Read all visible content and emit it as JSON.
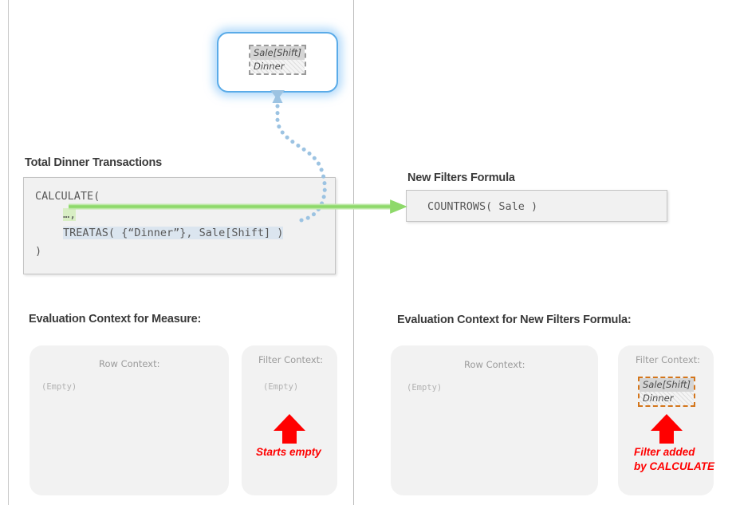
{
  "measure": {
    "title": "Total Dinner Transactions",
    "code_line1": "CALCULATE(",
    "code_ellipsis": "…,",
    "code_treatas": "TREATAS( {“Dinner”}, Sale[Shift] )",
    "code_close": ")"
  },
  "new_filters": {
    "title": "New Filters Formula",
    "code": "COUNTROWS( Sale )"
  },
  "callout": {
    "table_header": "Sale[Shift]",
    "table_value": "Dinner"
  },
  "left_context": {
    "heading": "Evaluation Context for Measure:",
    "row_context_title": "Row Context:",
    "row_context_value": "(Empty)",
    "filter_context_title": "Filter Context:",
    "filter_context_value": "(Empty)",
    "annotation": "Starts empty"
  },
  "right_context": {
    "heading": "Evaluation Context for New Filters Formula:",
    "row_context_title": "Row Context:",
    "row_context_value": "(Empty)",
    "filter_context_title": "Filter Context:",
    "filter_table_header": "Sale[Shift]",
    "filter_table_value": "Dinner",
    "annotation_line1": "Filter added",
    "annotation_line2": "by CALCULATE"
  },
  "colors": {
    "green_arrow": "#8ed96a",
    "blue_dotted": "#9cc3e2",
    "red_arrow": "#ff0000",
    "callout_border": "#5aabe8",
    "orange_dash": "#d4761c"
  }
}
